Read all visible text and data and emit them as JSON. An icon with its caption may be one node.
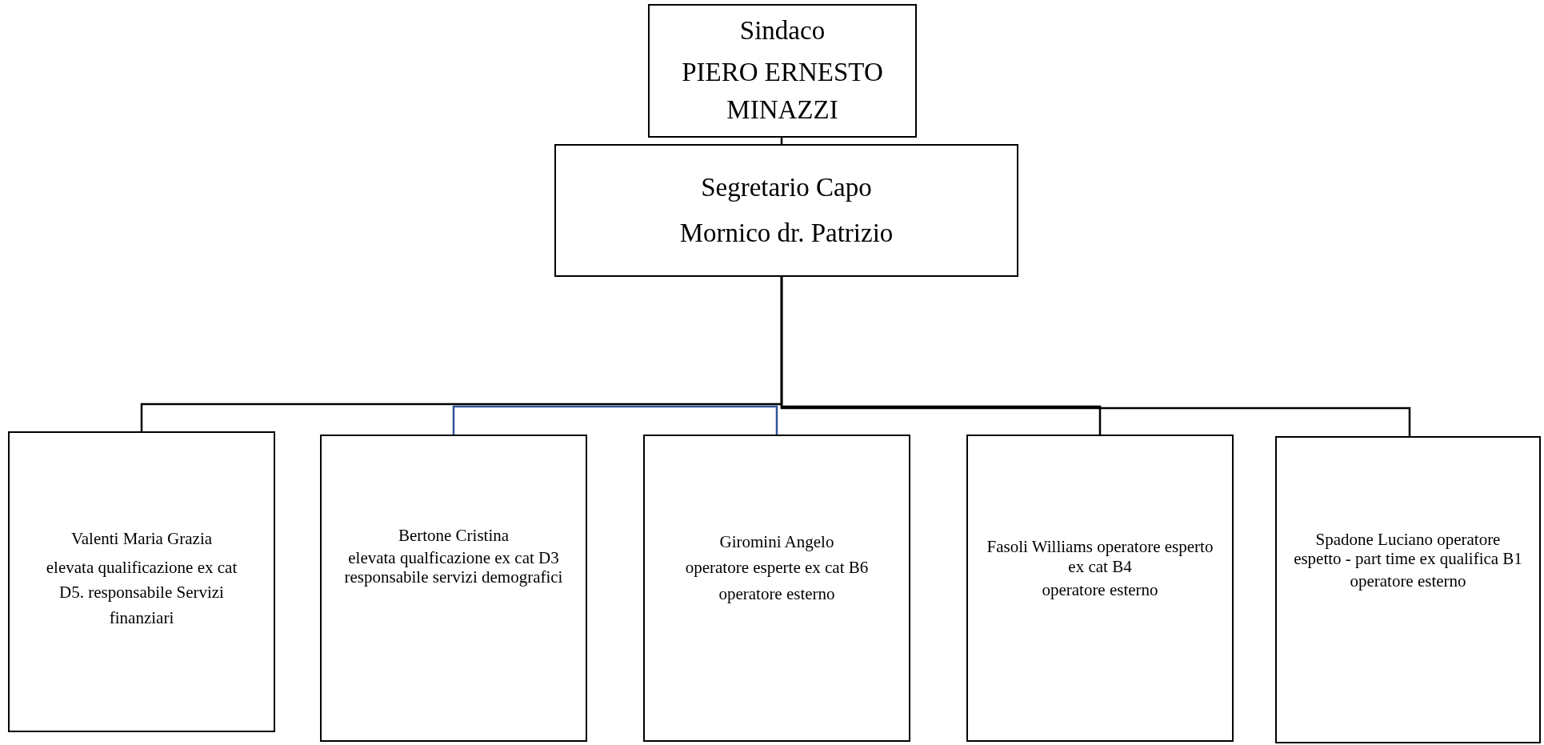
{
  "diagram": {
    "nodes": [
      {
        "text": [
          "Sindaco",
          "PIERO ERNESTO MINAZZI"
        ]
      },
      {
        "text": [
          "Segretario Capo",
          "Mornico dr. Patrizio"
        ]
      },
      {
        "text": [
          "Valenti Maria Grazia",
          "elevata qualificazione ex cat D5. responsabile Servizi finanziari"
        ]
      },
      {
        "text": [
          "Bertone Cristina",
          "elevata qualficazione ex cat D3 responsabile servizi demografici"
        ]
      },
      {
        "text": [
          "Giromini Angelo",
          "operatore esperte ex cat B6",
          "operatore esterno"
        ]
      },
      {
        "text": [
          "Fasoli Williams operatore esperto ex cat B4",
          "operatore esterno"
        ]
      },
      {
        "text": [
          "Spadone Luciano operatore espetto - part time ex qualifica B1",
          "operatore esterno"
        ]
      }
    ],
    "edges": [
      {
        "from": 0,
        "to": 1,
        "arrow": "none"
      },
      {
        "from": 1,
        "to": 2,
        "arrow": "none"
      },
      {
        "from": 1,
        "to": 5,
        "arrow": "none"
      },
      {
        "from": 1,
        "to": 6,
        "arrow": "none"
      },
      {
        "from": 3,
        "to": 4,
        "arrow": "none",
        "color": "#2f5597"
      }
    ]
  }
}
